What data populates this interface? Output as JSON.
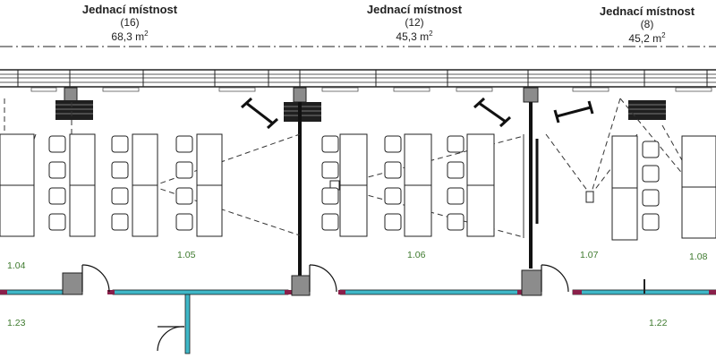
{
  "rooms": [
    {
      "name": "Jednací místnost",
      "capacity": "(16)",
      "area_value": "68,3",
      "area_unit": "m",
      "area_exp": "2"
    },
    {
      "name": "Jednací místnost",
      "capacity": "(12)",
      "area_value": "45,3",
      "area_unit": "m",
      "area_exp": "2"
    },
    {
      "name": "Jednací místnost",
      "capacity": "(8)",
      "area_value": "45,2",
      "area_unit": "m",
      "area_exp": "2"
    }
  ],
  "room_codes": [
    "1.04",
    "1.05",
    "1.06",
    "1.07",
    "1.08",
    "1.23",
    "1.22"
  ],
  "colors": {
    "line": "#1a1a1a",
    "corridor_wall": "#3fb7c7",
    "door_marker": "#8a1f4a",
    "column_fill": "#8c8c8c",
    "code_text": "#3e7a2e"
  }
}
